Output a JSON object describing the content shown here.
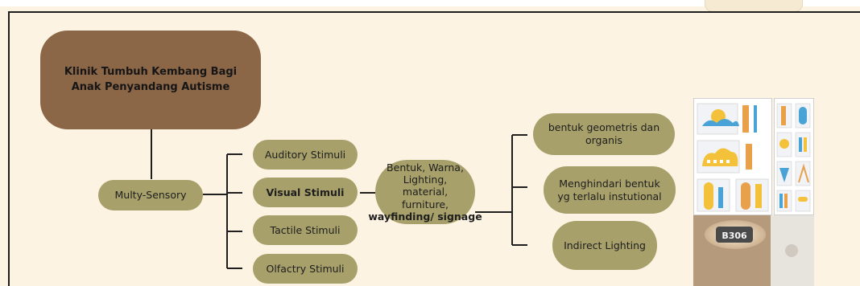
{
  "diagram": {
    "title": "Klinik Tumbuh Kembang Bagi Anak Penyandang Autisme",
    "root": "Multy-Sensory",
    "stimuli": [
      "Auditory Stimuli",
      "Visual Stimuli",
      "Tactile Stimuli",
      "Olfactry Stimuli"
    ],
    "elements": {
      "text": "Bentuk, Warna, Lighting, material, furniture,",
      "emphasis": "wayfinding/ signage"
    },
    "outcomes": [
      "bentuk geometris dan organis",
      "Menghindari bentuk yg terlalu instutional",
      "Indirect Lighting"
    ],
    "photo_sign_text": "B306"
  },
  "colors": {
    "background": "#fdf3e2",
    "title_node": "#8b6647",
    "olive_node": "#a7a06a",
    "lines": "#1e1e1e"
  },
  "icons": [
    "signage-drawing-sheet-icon",
    "signage-drawing-sheet-icon",
    "door-sign-photo-icon"
  ]
}
